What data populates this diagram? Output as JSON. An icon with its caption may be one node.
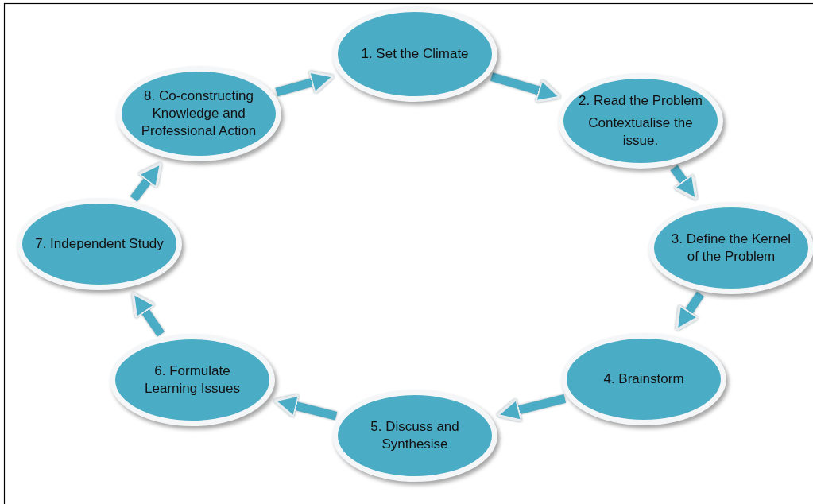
{
  "diagram": {
    "nodes": [
      {
        "text": [
          "1. Set the Climate"
        ]
      },
      {
        "text": [
          "2. Read the Problem",
          "Contextualise the issue."
        ]
      },
      {
        "text": [
          "3. Define the Kernel of the Problem"
        ]
      },
      {
        "text": [
          "4. Brainstorm"
        ]
      },
      {
        "text": [
          "5. Discuss and Synthesise"
        ]
      },
      {
        "text": [
          "6. Formulate Learning Issues"
        ]
      },
      {
        "text": [
          "7. Independent Study"
        ]
      },
      {
        "text": [
          "8. Co-constructing Knowledge and Professional Action"
        ]
      }
    ],
    "edges": [
      {
        "from": 0,
        "to": 1,
        "arrow": "to"
      },
      {
        "from": 1,
        "to": 2,
        "arrow": "to"
      },
      {
        "from": 2,
        "to": 3,
        "arrow": "to"
      },
      {
        "from": 3,
        "to": 4,
        "arrow": "to"
      },
      {
        "from": 4,
        "to": 5,
        "arrow": "to"
      },
      {
        "from": 5,
        "to": 6,
        "arrow": "to"
      },
      {
        "from": 6,
        "to": 7,
        "arrow": "to"
      },
      {
        "from": 7,
        "to": 0,
        "arrow": "to"
      }
    ]
  }
}
